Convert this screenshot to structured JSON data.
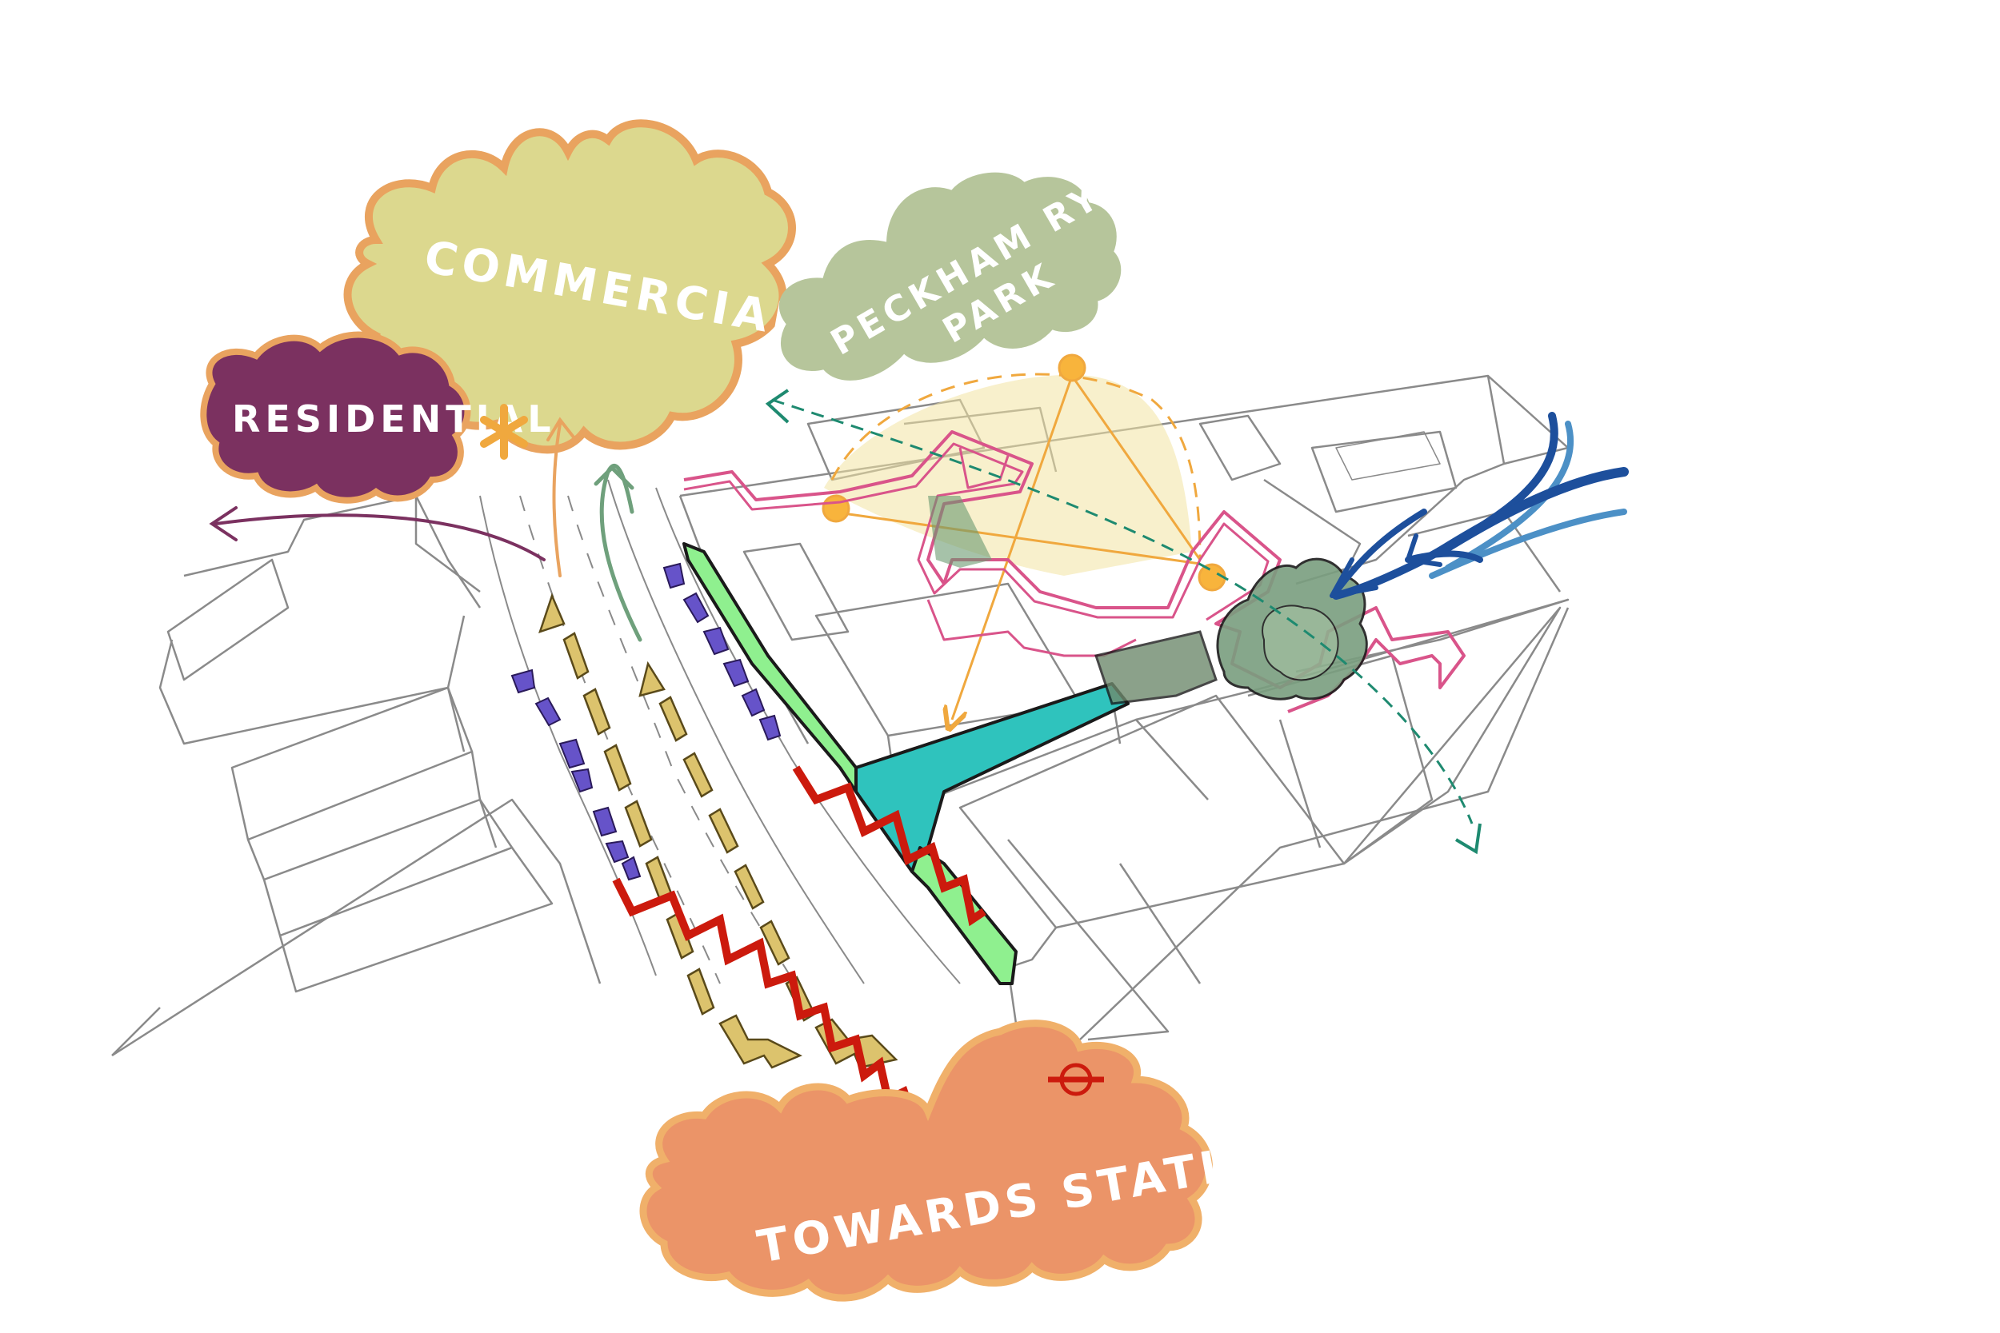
{
  "labels": {
    "commercial": "COMMERCIAL",
    "residential": "RESIDENTIAL",
    "park_line1": "PECKHAM RYE",
    "park_line2": "PARK",
    "station": "TOWARDS STATION"
  },
  "colors": {
    "commercial_fill": "#dcd88e",
    "commercial_stroke": "#e9a35f",
    "residential_fill": "#7b3160",
    "residential_stroke": "#e9a35f",
    "park_fill": "#b6c59b",
    "station_fill": "#eb9468",
    "station_stroke": "#f0b06a",
    "pedestrian_arrow": "#dcc36d",
    "cycle_arrow": "#6653c9",
    "noise_zigzag": "#cc1a0d",
    "site_teal": "#2fc3bd",
    "site_green": "#8ff08f",
    "boundary_pink": "#d9548a",
    "wind_blue": "#1d4f9c",
    "sun_orange": "#f0a83e",
    "view_green_dashed": "#1e8a70",
    "tree_green": "#7a9e7f",
    "sketch_grey": "#8a8a8a"
  },
  "icons": [
    "underground-roundel-icon",
    "asterisk-icon"
  ]
}
